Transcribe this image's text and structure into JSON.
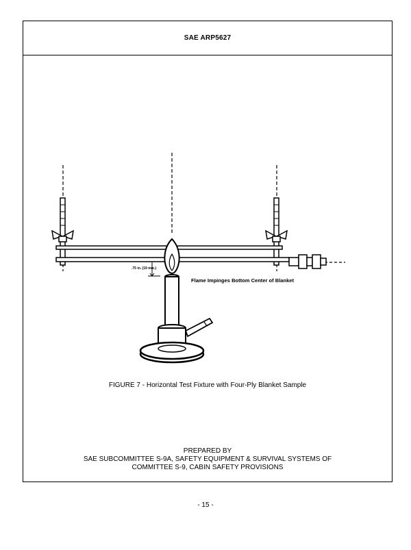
{
  "header": {
    "doc_id": "SAE ARP5627"
  },
  "figure": {
    "dimension_label": ".75 in. (19 mm.)",
    "flame_annotation": "Flame Impinges Bottom Center of Blanket",
    "caption": "FIGURE 7 - Horizontal Test Fixture with Four-Ply Blanket Sample"
  },
  "prepared": {
    "line1": "PREPARED BY",
    "line2": "SAE SUBCOMMITTEE S-9A, SAFETY EQUIPMENT & SURVIVAL SYSTEMS OF",
    "line3": "COMMITTEE S-9, CABIN SAFETY PROVISIONS"
  },
  "page": {
    "number": "- 15 -"
  }
}
